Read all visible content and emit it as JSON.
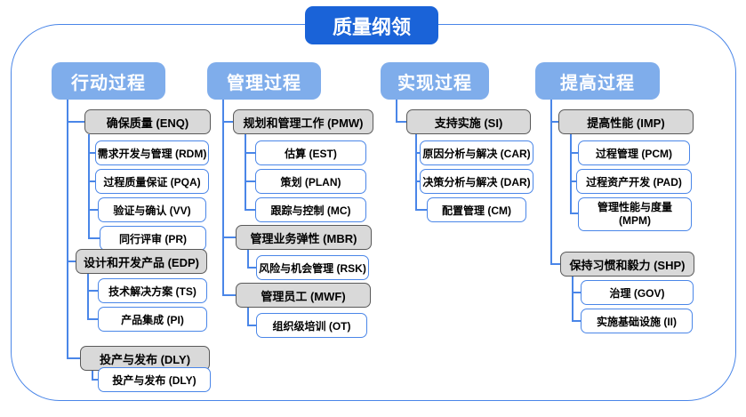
{
  "title": "质量纲领",
  "colors": {
    "title_bg": "#1a63d8",
    "header_bg": "#7fadeb",
    "group_bg": "#d9d9d9",
    "group_border": "#595959",
    "leaf_border": "#4a86e8",
    "connector_line": "#4a86e8",
    "frame_border": "#4a86e8",
    "header_text": "#ffffff",
    "node_text": "#000000"
  },
  "columns": [
    {
      "header": "行动过程",
      "groups": [
        {
          "label": "确保质量 (ENQ)",
          "children": [
            "需求开发与管理 (RDM)",
            "过程质量保证 (PQA)",
            "验证与确认 (VV)",
            "同行评审 (PR)"
          ]
        },
        {
          "label": "设计和开发产品 (EDP)",
          "children": [
            "技术解决方案 (TS)",
            "产品集成 (PI)"
          ]
        },
        {
          "label": "投产与发布 (DLY)",
          "children": [
            "投产与发布 (DLY)"
          ]
        }
      ]
    },
    {
      "header": "管理过程",
      "groups": [
        {
          "label": "规划和管理工作 (PMW)",
          "children": [
            "估算 (EST)",
            "策划 (PLAN)",
            "跟踪与控制 (MC)"
          ]
        },
        {
          "label": "管理业务弹性 (MBR)",
          "children": [
            "风险与机会管理 (RSK)"
          ]
        },
        {
          "label": "管理员工 (MWF)",
          "children": [
            "组织级培训 (OT)"
          ]
        }
      ]
    },
    {
      "header": "实现过程",
      "groups": [
        {
          "label": "支持实施 (SI)",
          "children": [
            "原因分析与解决 (CAR)",
            "决策分析与解决 (DAR)",
            "配置管理 (CM)"
          ]
        }
      ]
    },
    {
      "header": "提高过程",
      "groups": [
        {
          "label": "提高性能 (IMP)",
          "children": [
            "过程管理 (PCM)",
            "过程资产开发 (PAD)",
            "管理性能与度量 (MPM)"
          ]
        },
        {
          "label": "保持习惯和毅力 (SHP)",
          "children": [
            "治理 (GOV)",
            "实施基础设施 (II)"
          ]
        }
      ]
    }
  ]
}
